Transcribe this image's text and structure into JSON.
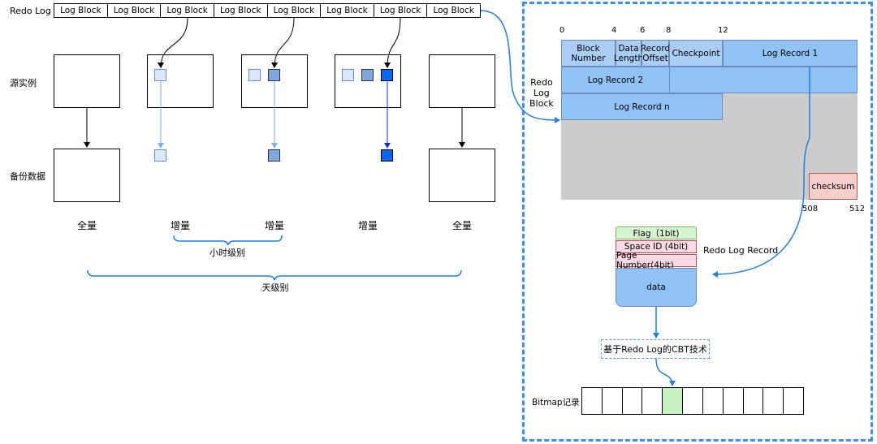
{
  "left": {
    "redo_log_label": "Redo Log",
    "log_blocks": [
      "Log Block",
      "Log Block",
      "Log Block",
      "Log Block",
      "Log Block",
      "Log Block",
      "Log Block",
      "Log Block"
    ],
    "row_source": "源实例",
    "row_backup": "备份数据",
    "columns": [
      "全量",
      "增量",
      "增量",
      "增量",
      "全量"
    ],
    "brace_hour": "小时级别",
    "brace_day": "天级别"
  },
  "right": {
    "block_side_label": "Redo\nLog\nBlock",
    "ticks_top": [
      "0",
      "4",
      "6",
      "8",
      "12"
    ],
    "fields": {
      "block_number": "Block Number",
      "data_length": "Data Length",
      "record_offset": "Record Offset",
      "checkpoint": "Checkpoint",
      "record1": "Log Record 1",
      "record2": "Log Record 2",
      "recordn": "Log Record n",
      "checksum": "checksum"
    },
    "ticks_bottom": [
      "508",
      "512"
    ],
    "record_label": "Redo Log Record",
    "record_fields": {
      "flag": "Flag（1bit)",
      "space": "Space ID (4bit)",
      "page": "Page Number(4bit)",
      "data": "data"
    },
    "cbt_label": "基于Redo Log的CBT技术",
    "bitmap_label": "Bitmap记录"
  },
  "colors": {
    "light_block": "#dae8fc",
    "mid_block": "#7ea6e0",
    "dark_block": "#0066ff",
    "header_blue": "#a9cdf5",
    "record_blue": "#91c2f5",
    "flag_green": "#d5f5d0",
    "field_pink": "#fad9e6",
    "checksum_red": "#f8cecc",
    "dashed_border": "#3e8ef0"
  },
  "icons": [
    "arrow-icon",
    "brace-icon"
  ]
}
